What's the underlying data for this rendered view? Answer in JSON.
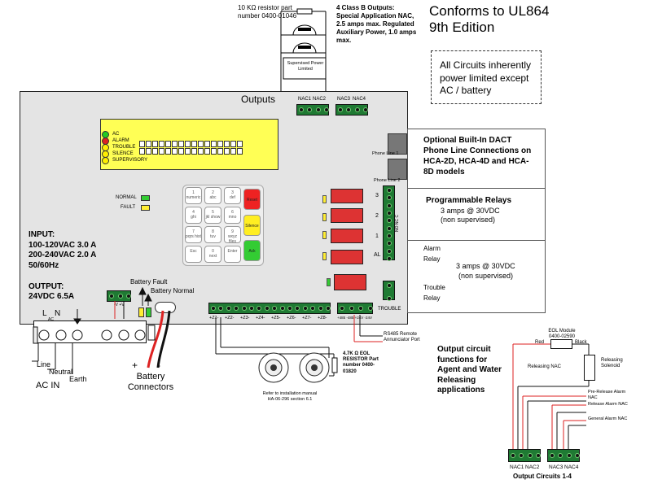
{
  "header": {
    "conforms_line1": "Conforms to UL864",
    "conforms_line2": "9th Edition",
    "power_note": "All Circuits inherently power limited except AC / battery"
  },
  "top_outputs": {
    "resistor_label": "10 KΩ resistor part number 0400-01046",
    "classb_label": "4 Class B Outputs: Special Application NAC, 2.5 amps max. Regulated Auxiliary Power, 1.0 amps max.",
    "supervised_label": "Supervised Power Limited",
    "outputs_title": "Outputs",
    "nac_labels": [
      "NAC1",
      "NAC2",
      "NAC3",
      "NAC4"
    ]
  },
  "lcd_panel": {
    "led_labels": [
      "AC",
      "ALARM",
      "TROUBLE",
      "SILENCE",
      "SUPERVISORY"
    ],
    "led_colors": [
      "#22cc22",
      "#dd2222",
      "#ffee00",
      "#ffee00",
      "#ffee00"
    ]
  },
  "status_leds": {
    "normal": "NORMAL",
    "fault": "FAULT"
  },
  "keypad": {
    "keys": [
      {
        "num": "1",
        "sub": "numeric"
      },
      {
        "num": "2",
        "sub": "abc"
      },
      {
        "num": "3",
        "sub": "def"
      },
      {
        "num": "4",
        "sub": "ghi"
      },
      {
        "num": "5",
        "sub": "jkl show"
      },
      {
        "num": "6",
        "sub": "mno"
      },
      {
        "num": "7",
        "sub": "pqrs hist"
      },
      {
        "num": "8",
        "sub": "tuv"
      },
      {
        "num": "9",
        "sub": "wxyz files"
      },
      {
        "num": "Esc",
        "sub": ""
      },
      {
        "num": "0",
        "sub": "next"
      },
      {
        "num": "Enter",
        "sub": ""
      }
    ],
    "func_keys": [
      "Reset",
      "Silence",
      "Ack"
    ]
  },
  "input_block": {
    "title": "INPUT:",
    "line1": "100-120VAC 3.0 A",
    "line2": "200-240VAC 2.0 A",
    "line3": "50/60Hz"
  },
  "output_block": {
    "title": "OUTPUT:",
    "line1": "24VDC 6.5A"
  },
  "dact": {
    "phone1": "Phone Line 1",
    "phone2": "Phone Line 2",
    "text": "Optional Built-In DACT Phone Line Connections on HCA-2D, HCA-4D and HCA-8D models"
  },
  "relays": {
    "prog_title": "Programmable Relays",
    "prog_rating": "3 amps @ 30VDC",
    "prog_note": "(non supervised)",
    "alarm_label": "Alarm Relay",
    "trouble_label": "Trouble Relay",
    "rating2": "3 amps @ 30VDC",
    "note2": "(non supervised)",
    "trouble_term": "TROUBLE",
    "relay_numbers": [
      "3",
      "2",
      "1",
      "AL"
    ],
    "relay_pins": "NO NC C"
  },
  "power_terms": {
    "battery_fault": "Battery Fault",
    "battery_normal": "Battery Normal",
    "vv_label": "-V +V",
    "line": "Line",
    "neutral": "Neutral",
    "earth": "Earth",
    "ac_in": "AC IN",
    "l": "L",
    "n": "N",
    "ac_small": "AC",
    "battery": "Battery Connectors",
    "plus": "+",
    "minus": "-"
  },
  "zones": {
    "labels": [
      "+Z1-",
      "+Z2-",
      "+Z3-",
      "+Z4-",
      "+Z5-",
      "+Z6-",
      "+Z7-",
      "+Z8-"
    ],
    "eol_label": "4.7K Ω EOL RESISTOR Part number 0400-01820",
    "manual_ref": "Refer to installation manual HA-06-296 section 6.1"
  },
  "rs485": {
    "pins": "+485 -485 +24V -24V",
    "label": "RS485 Remote Annunciator Port"
  },
  "release": {
    "functions": "Output circuit functions for Agent and Water Releasing applications",
    "eol_module": "EOL Module 0400-02590",
    "red": "Red",
    "black": "Black",
    "releasing_nac": "Releasing NAC",
    "releasing_solenoid": "Releasing Solenoid",
    "pre_release": "Pre-Release Alarm NAC",
    "release_alarm": "Release Alarm NAC",
    "general_alarm": "General Alarm NAC",
    "nac_labels": [
      "NAC1",
      "NAC2",
      "NAC3",
      "NAC4"
    ],
    "circuits": "Output Circuits 1-4"
  }
}
